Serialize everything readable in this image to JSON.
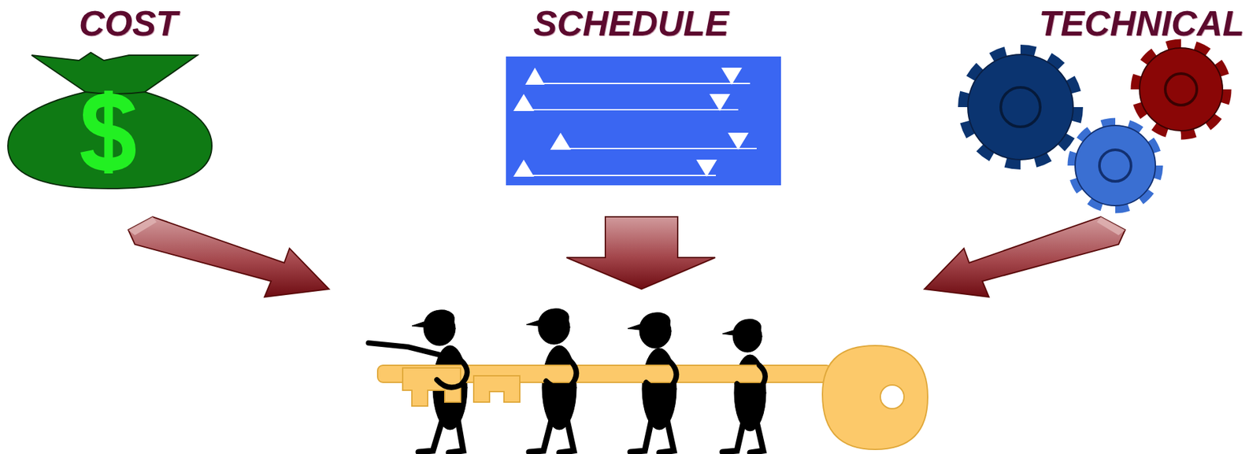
{
  "diagram": {
    "labels": [
      "COST",
      "SCHEDULE",
      "TECHNICAL"
    ]
  }
}
